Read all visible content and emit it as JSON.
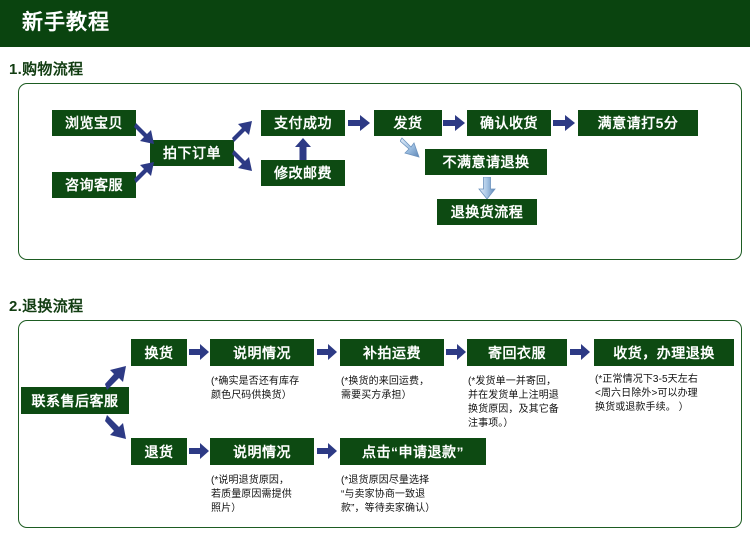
{
  "header": {
    "title": "新手教程"
  },
  "colors": {
    "header_bg": "#0a440f",
    "box_bg": "#0d4a12",
    "panel_border": "#1d5c22",
    "arrow_dark": "#2d3a85",
    "arrow_light": "#8fb4dd",
    "heading": "#123d12"
  },
  "sections": [
    {
      "heading": "1.购物流程",
      "boxes": {
        "browse": "浏览宝贝",
        "consult": "咨询客服",
        "place_order": "拍下订单",
        "pay_success": "支付成功",
        "modify_shipping": "修改邮费",
        "ship": "发货",
        "confirm_receipt": "确认收货",
        "rate_five": "满意请打5分",
        "unsatisfied_return": "不满意请退换",
        "return_flow": "退换货流程"
      }
    },
    {
      "heading": "2.退换流程",
      "boxes": {
        "contact_service": "联系售后客服",
        "exchange": "换货",
        "explain_1": "说明情况",
        "extra_shipping": "补拍运费",
        "send_back": "寄回衣服",
        "receive_process": "收货，办理退换",
        "refund": "退货",
        "explain_2": "说明情况",
        "apply_refund": "点击“申请退款”"
      },
      "notes": {
        "exchange_explain": "(*确实是否还有库存\n颜色尺码供换货）",
        "extra_shipping": "(*换货的来回运费，\n需要买方承担）",
        "send_back": "(*发货单一并寄回，\n并在发货单上注明退\n换货原因，及其它备\n注事项。）",
        "receive_process": "(*正常情况下3-5天左右\n<周六日除外>可以办理\n换货或退款手续。 ）",
        "refund_explain": "(*说明退货原因，\n若质量原因需提供\n照片）",
        "apply_refund": "(*退货原因尽量选择\n “与卖家协商一致退\n款”，等待卖家确认）"
      }
    }
  ]
}
